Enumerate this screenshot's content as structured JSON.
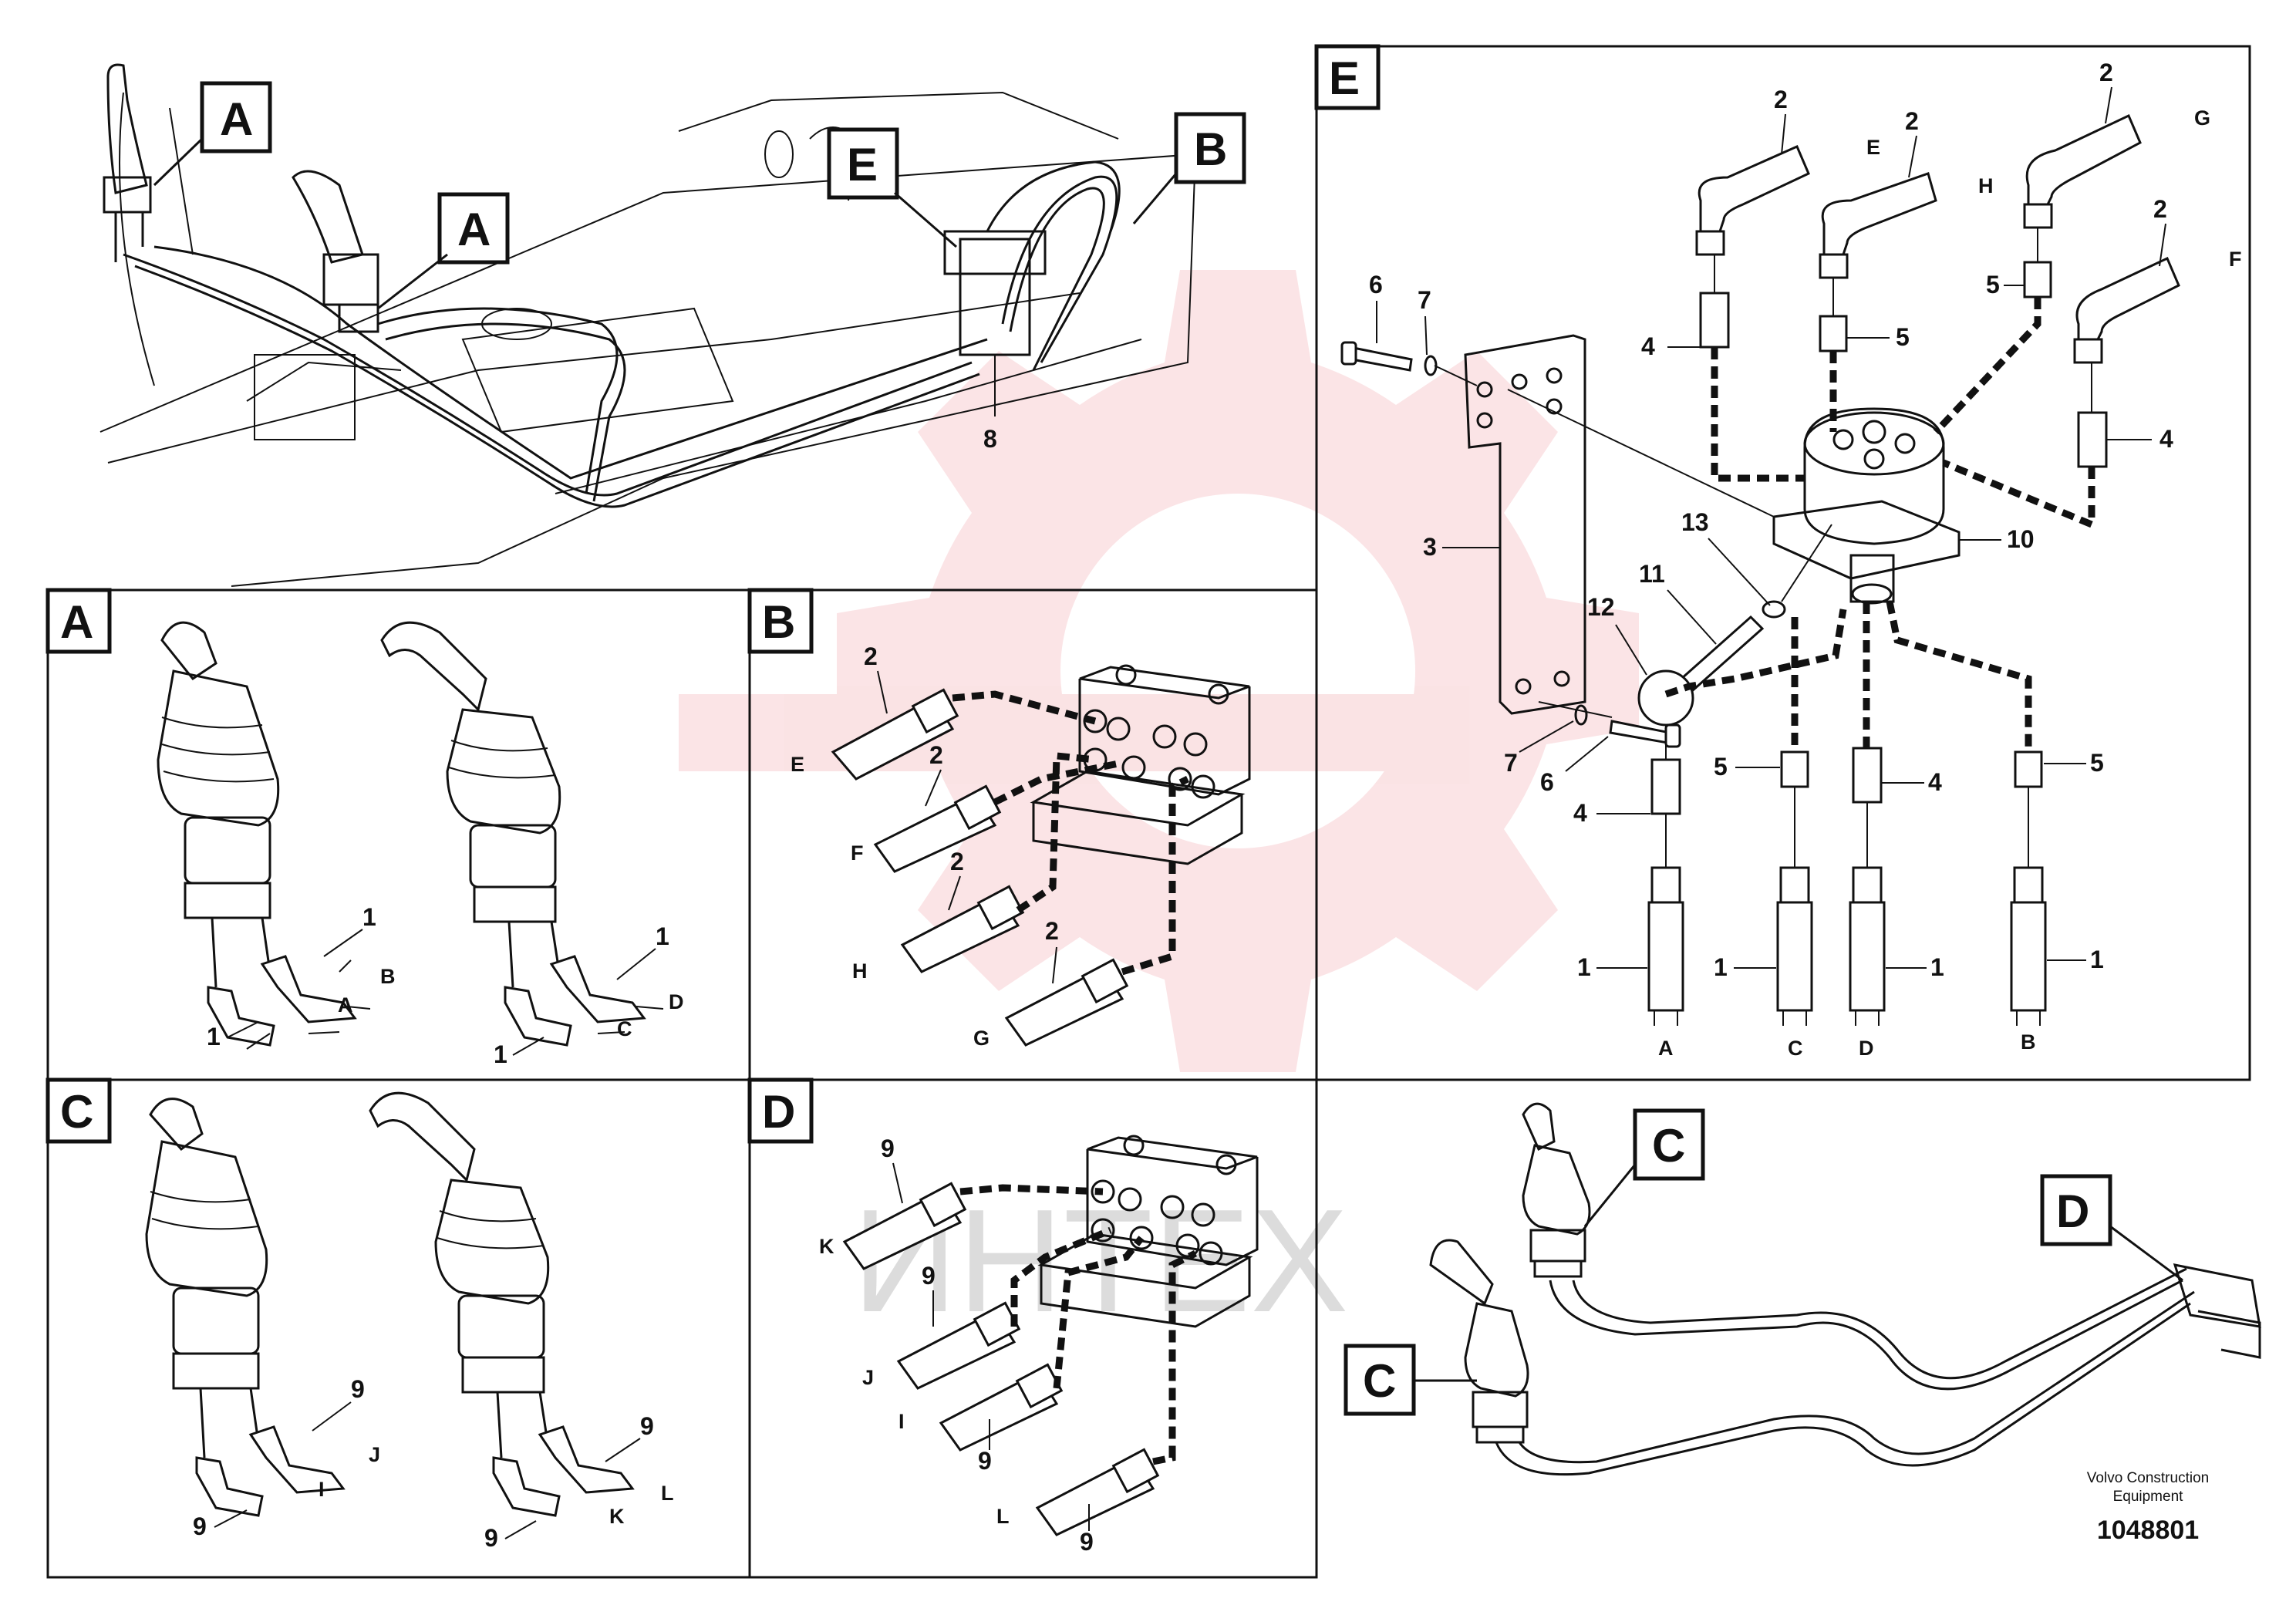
{
  "watermark": "ИНТЕХ",
  "footer": {
    "company_line1": "Volvo Construction",
    "company_line2": "Equipment",
    "drawing_number": "1048801"
  },
  "overview": {
    "callouts": [
      "A",
      "A",
      "E",
      "B"
    ],
    "part_label": "8"
  },
  "panel_a": {
    "title": "A",
    "numbers": [
      "1",
      "1",
      "1",
      "1"
    ],
    "ports": [
      "B",
      "A",
      "D",
      "C"
    ]
  },
  "panel_b": {
    "title": "B",
    "numbers": [
      "2",
      "2",
      "2",
      "2"
    ],
    "ports": [
      "E",
      "F",
      "H",
      "G"
    ]
  },
  "panel_c": {
    "title": "C",
    "numbers": [
      "9",
      "9",
      "9",
      "9"
    ],
    "ports": [
      "J",
      "I",
      "L",
      "K"
    ]
  },
  "panel_d": {
    "title": "D",
    "numbers": [
      "9",
      "9",
      "9",
      "9"
    ],
    "ports": [
      "K",
      "J",
      "I",
      "L"
    ]
  },
  "panel_e": {
    "title": "E",
    "numbers": [
      "2",
      "2",
      "2",
      "2",
      "6",
      "7",
      "4",
      "5",
      "5",
      "4",
      "3",
      "13",
      "10",
      "11",
      "12",
      "7",
      "6",
      "4",
      "5",
      "4",
      "5",
      "1",
      "1",
      "1",
      "1"
    ],
    "ports": [
      "E",
      "H",
      "G",
      "F",
      "A",
      "C",
      "D",
      "B"
    ]
  },
  "overview2": {
    "callouts": [
      "C",
      "C",
      "D"
    ]
  },
  "colors": {
    "ink": "#111111",
    "watermark_gear": "#e0323a"
  }
}
